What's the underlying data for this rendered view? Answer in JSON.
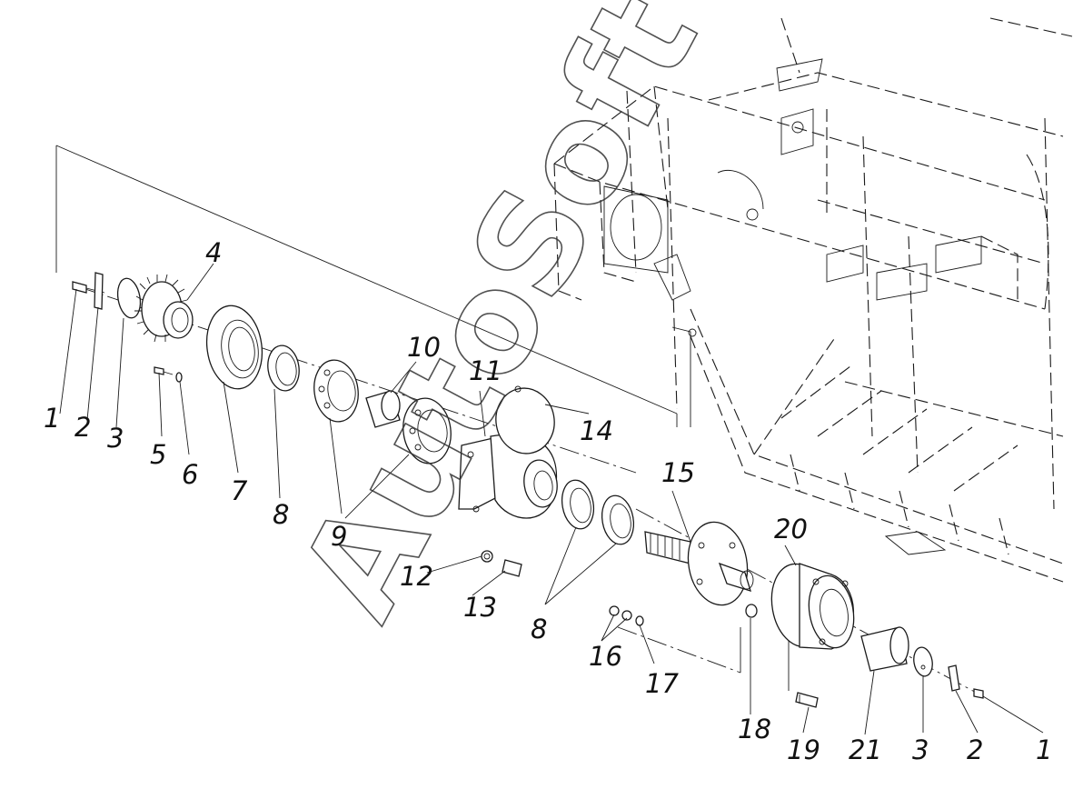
{
  "diagram": {
    "labels": {
      "l1a": "1",
      "l2a": "2",
      "l3a": "3",
      "l4": "4",
      "l5": "5",
      "l6": "6",
      "l7": "7",
      "l8a": "8",
      "l9a": "9",
      "l9b": "9",
      "l10": "10",
      "l11": "11",
      "l12": "12",
      "l13": "13",
      "l14": "14",
      "l8b": "8",
      "l15": "15",
      "l16": "16",
      "l17": "17",
      "l18": "18",
      "l19": "19",
      "l20": "20",
      "l21": "21",
      "l3b": "3",
      "l2b": "2",
      "l1b": "1"
    },
    "watermark": "AutoSoft"
  }
}
